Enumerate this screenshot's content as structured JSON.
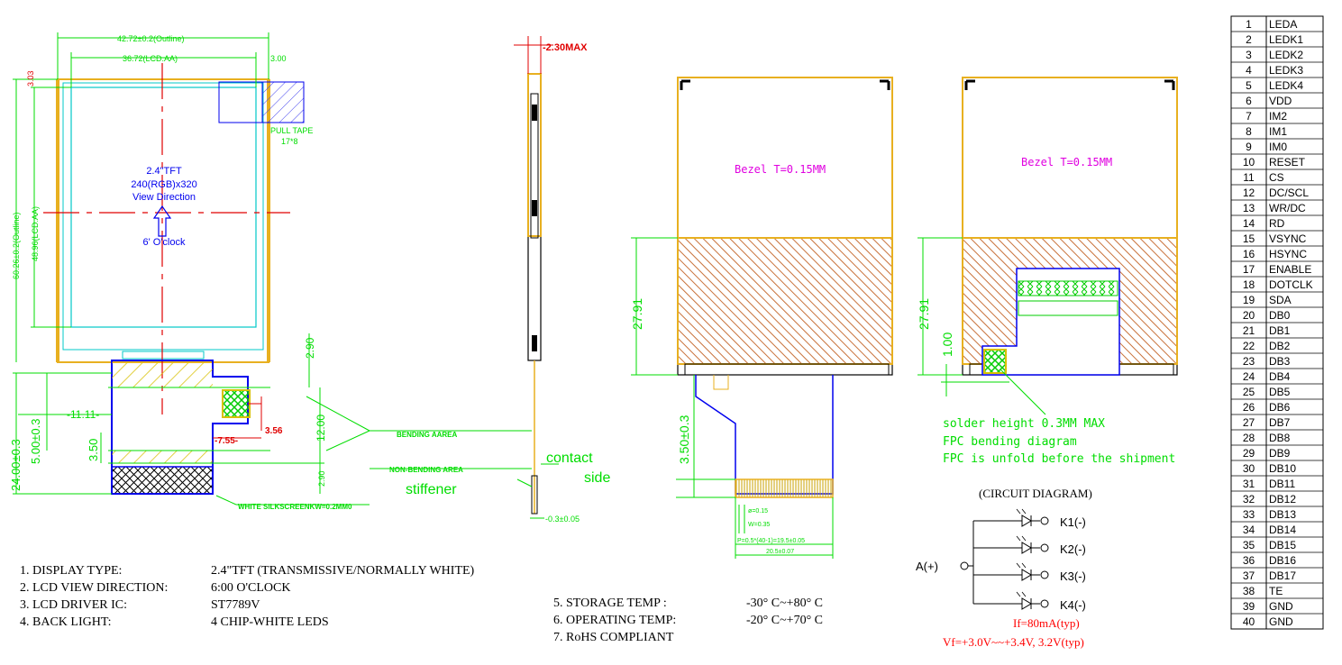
{
  "colors": {
    "outline": "#e8b020",
    "dim": "#00dd00",
    "center": "#e00000",
    "blue": "#0000ee",
    "magenta": "#e000e0",
    "hatch": "#c8713a",
    "cyan": "#00c8c8",
    "black": "#000000",
    "red": "#ff0000"
  },
  "front_view": {
    "dim_outline_w": "42.72±0.2(Outline)",
    "dim_aa_w": "36.72(LCD.AA)",
    "dim_right": "3.00",
    "dim_top": "3.03",
    "dim_outline_h": "60.26±0.2(Outline)",
    "dim_aa_h": "48.96(LCD.AA)",
    "pull_tape_1": "PULL TAPE",
    "pull_tape_2": "17*8",
    "tft_line1": "2.4\"TFT",
    "tft_line2": "240(RGB)x320",
    "tft_line3": "View Direction",
    "tft_line4": "6' O'clock",
    "dim_290_top": "2.90",
    "dim_1200": "12.00",
    "dim_290_bottom": "2.90",
    "dim_356": "3.56",
    "dim_755": "-7.55-",
    "dim_2400": "24.00±0.3",
    "dim_500": "5.00±0.3",
    "dim_1111": "-11.11-",
    "dim_350": "3.50",
    "bending_area": "BENDING AAREA",
    "non_bending_area": "NON-BENDING AREA",
    "white_silkscreen": "WHITE SILKSCREENKW=0.2MM0"
  },
  "side_view": {
    "dim_thickness": "-2.30MAX",
    "contact_1": "contact",
    "contact_2": "side",
    "stiffener": "stiffener",
    "dim_stiffener": "-0.3±0.05"
  },
  "back_view_1": {
    "bezel": "Bezel T=0.15MM",
    "dim_2791": "27.91",
    "dim_350": "3.50±0.3",
    "pin_1": "ø=0.15",
    "pin_2": "W=0.35",
    "pin_3": "P=0.5*(40-1)=19.5±0.05",
    "pin_4": "20.5±0.07"
  },
  "back_view_2": {
    "bezel": "Bezel T=0.15MM",
    "dim_2791": "27.91",
    "dim_100": "1.00",
    "note_1": "solder height 0.3MM MAX",
    "note_2": "FPC bending diagram",
    "note_3": "FPC is unfold before the shipment"
  },
  "circuit": {
    "title": "(CIRCUIT DIAGRAM)",
    "anode": "A(+)",
    "k1": "K1(-)",
    "k2": "K2(-)",
    "k3": "K3(-)",
    "k4": "K4(-)",
    "if": "If=80mA(typ)",
    "vf": "Vf=+3.0V~~+3.4V,    3.2V(typ)"
  },
  "notes_left": [
    {
      "label": "1.  DISPLAY TYPE:",
      "value": "2.4\"TFT (TRANSMISSIVE/NORMALLY WHITE)"
    },
    {
      "label": "2.  LCD VIEW DIRECTION:",
      "value": "6:00  O'CLOCK"
    },
    {
      "label": "3.  LCD DRIVER IC:",
      "value": "ST7789V"
    },
    {
      "label": "4.  BACK LIGHT:",
      "value": "4 CHIP-WHITE LEDS"
    }
  ],
  "notes_right": [
    {
      "label": "5.  STORAGE TEMP  :",
      "value": "-30° C~+80° C"
    },
    {
      "label": "6.  OPERATING TEMP:",
      "value": "-20° C~+70° C"
    },
    {
      "label": "7.  RoHS COMPLIANT",
      "value": ""
    }
  ],
  "pins": [
    {
      "no": "1",
      "name": "LEDA"
    },
    {
      "no": "2",
      "name": "LEDK1"
    },
    {
      "no": "3",
      "name": "LEDK2"
    },
    {
      "no": "4",
      "name": "LEDK3"
    },
    {
      "no": "5",
      "name": "LEDK4"
    },
    {
      "no": "6",
      "name": "VDD"
    },
    {
      "no": "7",
      "name": "IM2"
    },
    {
      "no": "8",
      "name": "IM1"
    },
    {
      "no": "9",
      "name": "IM0"
    },
    {
      "no": "10",
      "name": "RESET"
    },
    {
      "no": "11",
      "name": "CS"
    },
    {
      "no": "12",
      "name": "DC/SCL"
    },
    {
      "no": "13",
      "name": "WR/DC"
    },
    {
      "no": "14",
      "name": "RD"
    },
    {
      "no": "15",
      "name": "VSYNC"
    },
    {
      "no": "16",
      "name": "HSYNC"
    },
    {
      "no": "17",
      "name": "ENABLE"
    },
    {
      "no": "18",
      "name": "DOTCLK"
    },
    {
      "no": "19",
      "name": "SDA"
    },
    {
      "no": "20",
      "name": "DB0"
    },
    {
      "no": "21",
      "name": "DB1"
    },
    {
      "no": "22",
      "name": "DB2"
    },
    {
      "no": "23",
      "name": "DB3"
    },
    {
      "no": "24",
      "name": "DB4"
    },
    {
      "no": "25",
      "name": "DB5"
    },
    {
      "no": "26",
      "name": "DB6"
    },
    {
      "no": "27",
      "name": "DB7"
    },
    {
      "no": "28",
      "name": "DB8"
    },
    {
      "no": "29",
      "name": "DB9"
    },
    {
      "no": "30",
      "name": "DB10"
    },
    {
      "no": "31",
      "name": "DB11"
    },
    {
      "no": "32",
      "name": "DB12"
    },
    {
      "no": "33",
      "name": "DB13"
    },
    {
      "no": "34",
      "name": "DB14"
    },
    {
      "no": "35",
      "name": "DB15"
    },
    {
      "no": "36",
      "name": "DB16"
    },
    {
      "no": "37",
      "name": "DB17"
    },
    {
      "no": "38",
      "name": "TE"
    },
    {
      "no": "39",
      "name": "GND"
    },
    {
      "no": "40",
      "name": "GND"
    }
  ]
}
